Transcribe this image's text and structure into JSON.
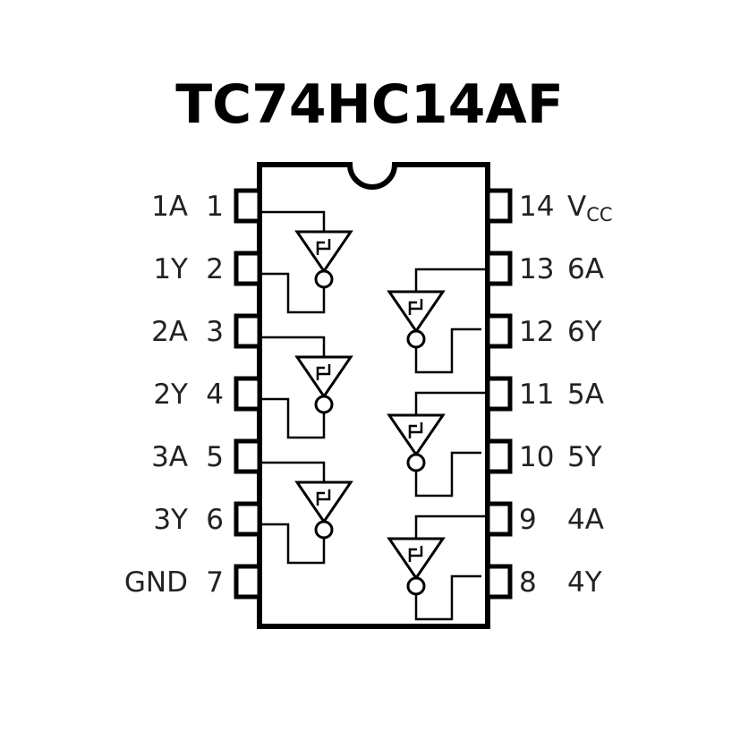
{
  "title": "TC74HC14AF",
  "left_pins": [
    {
      "number": "1",
      "name": "1A"
    },
    {
      "number": "2",
      "name": "1Y"
    },
    {
      "number": "3",
      "name": "2A"
    },
    {
      "number": "4",
      "name": "2Y"
    },
    {
      "number": "5",
      "name": "3A"
    },
    {
      "number": "6",
      "name": "3Y"
    },
    {
      "number": "7",
      "name": "GND"
    }
  ],
  "right_pins": [
    {
      "number": "14",
      "name": "V",
      "name_sub": "CC"
    },
    {
      "number": "13",
      "name": "6A"
    },
    {
      "number": "12",
      "name": "6Y"
    },
    {
      "number": "11",
      "name": "5A"
    },
    {
      "number": "10",
      "name": "5Y"
    },
    {
      "number": "9",
      "name": "4A"
    },
    {
      "number": "8",
      "name": "4Y"
    }
  ]
}
